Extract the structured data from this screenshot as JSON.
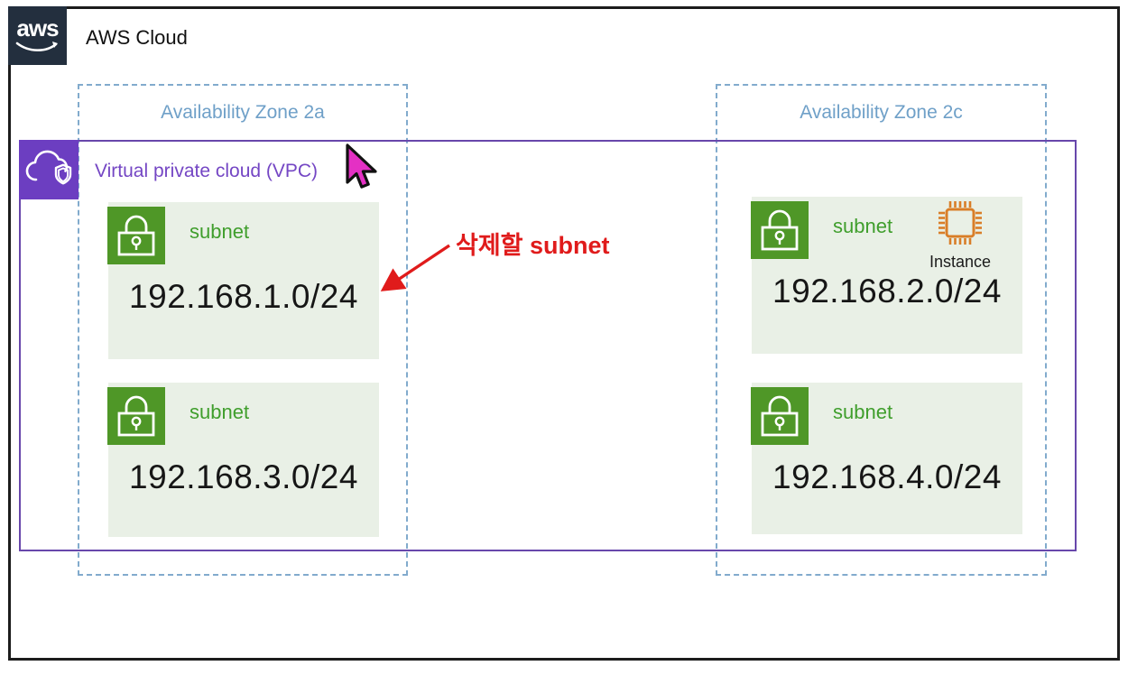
{
  "header": {
    "logo_text": "aws",
    "title": "AWS Cloud"
  },
  "zones": [
    {
      "label": "Availability Zone 2a"
    },
    {
      "label": "Availability Zone 2c"
    }
  ],
  "vpc": {
    "label": "Virtual private cloud (VPC)"
  },
  "subnets": [
    {
      "label": "subnet",
      "cidr": "192.168.1.0/24"
    },
    {
      "label": "subnet",
      "cidr": "192.168.3.0/24"
    },
    {
      "label": "subnet",
      "cidr": "192.168.2.0/24",
      "instance_label": "Instance"
    },
    {
      "label": "subnet",
      "cidr": "192.168.4.0/24"
    }
  ],
  "annotation": {
    "text": "삭제할 subnet"
  },
  "colors": {
    "frame": "#1c1c1c",
    "aws_dark": "#232f3e",
    "az_blue_text": "#6fa0c8",
    "az_dash": "#82abcd",
    "vpc_icon_purple": "#6c3ec1",
    "vpc_border": "#6847ab",
    "vpc_text": "#7446c4",
    "subnet_icon_green": "#4f9727",
    "subnet_text_green": "#3f9e2c",
    "subnet_bg": "#e9f0e6",
    "instance_orange": "#d97e28",
    "annotation_red": "#e01b1b",
    "cursor_pink": "#e430c4"
  }
}
